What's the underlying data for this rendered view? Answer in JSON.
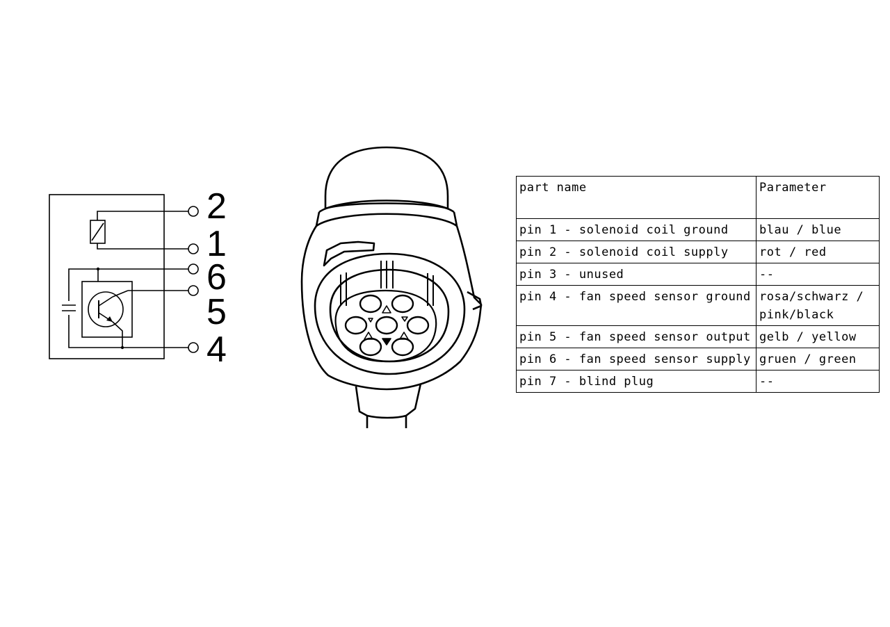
{
  "schematic": {
    "pin_labels": [
      "2",
      "1",
      "6",
      "5",
      "4"
    ]
  },
  "table": {
    "headers": [
      "part name",
      "Parameter"
    ],
    "rows": [
      {
        "name": "pin 1 - solenoid coil ground",
        "param": "blau / blue"
      },
      {
        "name": "pin 2 - solenoid coil supply",
        "param": "rot / red"
      },
      {
        "name": "pin 3 - unused",
        "param": "--"
      },
      {
        "name": "pin 4 - fan speed sensor ground",
        "param": "rosa/schwarz /\npink/black"
      },
      {
        "name": "pin 5 - fan speed sensor output",
        "param": "gelb / yellow"
      },
      {
        "name": "pin 6 - fan speed sensor supply",
        "param": "gruen / green"
      },
      {
        "name": "pin 7 - blind plug",
        "param": "--"
      }
    ]
  }
}
